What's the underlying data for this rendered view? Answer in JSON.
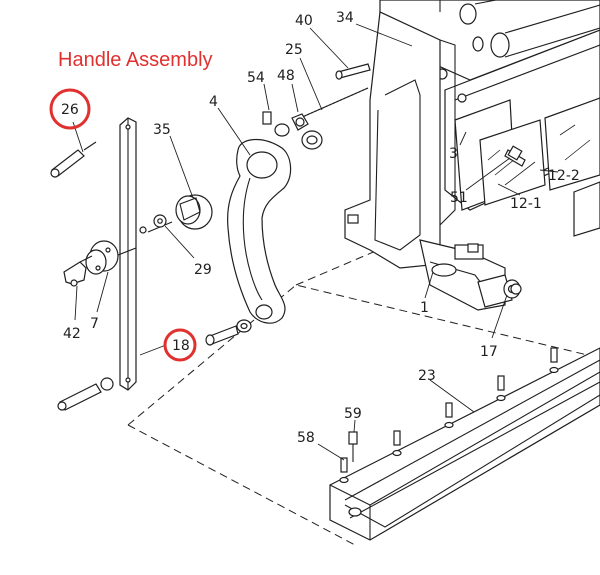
{
  "title": "Handle Assembly",
  "highlight_color": "#e0312f",
  "callouts": {
    "p40": "40",
    "p34": "34",
    "p25": "25",
    "p54": "54",
    "p48": "48",
    "p4": "4",
    "p35": "35",
    "p26": "26",
    "p3": "3",
    "p51": "51",
    "p12_2": "12-2",
    "p12_1": "12-1",
    "p29": "29",
    "p42": "42",
    "p7": "7",
    "p1": "1",
    "p18": "18",
    "p17": "17",
    "p23": "23",
    "p59": "59",
    "p58": "58"
  },
  "highlighted_parts": [
    "26",
    "18"
  ]
}
